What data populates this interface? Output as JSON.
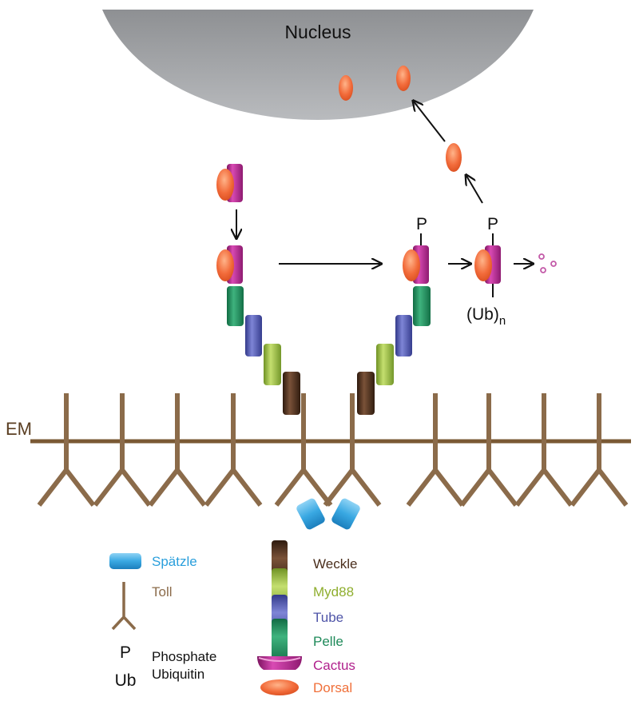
{
  "labels": {
    "nucleus": "Nucleus",
    "em": "EM",
    "p1": "P",
    "p2": "P",
    "ub": "(Ub)",
    "ub_sub": "n"
  },
  "legend": {
    "spatzle": "Spätzle",
    "toll": "Toll",
    "p_symbol": "P",
    "ub_symbol": "Ub",
    "phosphate": "Phosphate",
    "ubiquitin": "Ubiquitin",
    "weckle": "Weckle",
    "myd88": "Myd88",
    "tube": "Tube",
    "pelle": "Pelle",
    "cactus": "Cactus",
    "dorsal": "Dorsal"
  },
  "colors": {
    "nucleus": "#a7a9ac",
    "membrane": "#7d5a35",
    "toll": "#8b6b4a",
    "spatzle": "#3aa6e0",
    "weckle": "#4a2e1c",
    "myd88": "#94b83b",
    "tube": "#4f55a8",
    "pelle": "#1f8a5a",
    "cactus": "#b0208c",
    "dorsal": "#f0703a",
    "degraded": "#c35aa8",
    "text": "#111111"
  }
}
